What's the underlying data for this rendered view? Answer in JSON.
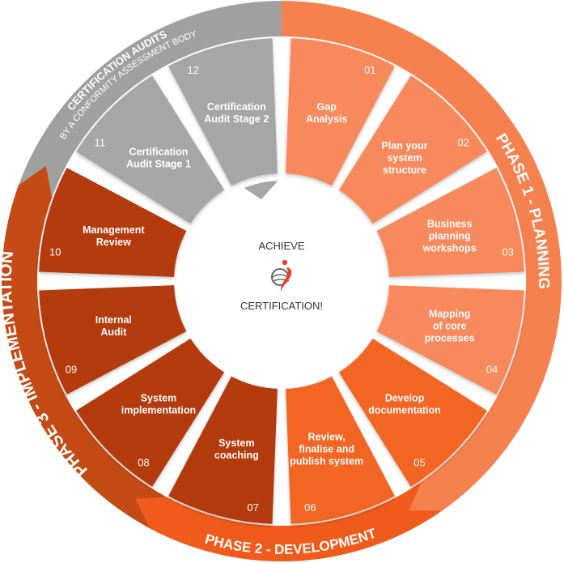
{
  "colors": {
    "planning_light": "#f7895c",
    "planning_ring": "#f5814f",
    "development": "#f26522",
    "development_ring": "#f05a1a",
    "implementation": "#b33a0e",
    "implementation_ring": "#c44a16",
    "audit": "#a6a6a6",
    "audit_ring": "#a0a0a0",
    "center": "#ffffff",
    "logo_red": "#e8442a",
    "logo_gray": "#666666"
  },
  "phases": {
    "planning": "PHASE 1 - PLANNING",
    "development": "PHASE 2 - DEVELOPMENT",
    "implementation": "PHASE 3 - IMPLEMENTATION",
    "audits_title": "CERTIFICATION AUDITS",
    "audits_sub": "BY A CONFORMITY ASSESSMENT BODY"
  },
  "center": {
    "top": "ACHIEVE",
    "bottom": "CERTIFICATION!"
  },
  "steps": [
    {
      "num": "01",
      "lines": [
        "Gap",
        "Analysis"
      ],
      "group": "planning"
    },
    {
      "num": "02",
      "lines": [
        "Plan your",
        "system",
        "structure"
      ],
      "group": "planning"
    },
    {
      "num": "03",
      "lines": [
        "Business",
        "planning",
        "workshops"
      ],
      "group": "planning"
    },
    {
      "num": "04",
      "lines": [
        "Mapping",
        "of core",
        "processes"
      ],
      "group": "planning"
    },
    {
      "num": "05",
      "lines": [
        "Develop",
        "documentation"
      ],
      "group": "development"
    },
    {
      "num": "06",
      "lines": [
        "Review,",
        "finalise and",
        "publish system"
      ],
      "group": "development"
    },
    {
      "num": "07",
      "lines": [
        "System",
        "coaching"
      ],
      "group": "implementation"
    },
    {
      "num": "08",
      "lines": [
        "System",
        "implementation"
      ],
      "group": "implementation"
    },
    {
      "num": "09",
      "lines": [
        "Internal",
        "Audit"
      ],
      "group": "implementation"
    },
    {
      "num": "10",
      "lines": [
        "Management",
        "Review"
      ],
      "group": "implementation"
    },
    {
      "num": "11",
      "lines": [
        "Certification",
        "Audit Stage 1"
      ],
      "group": "audit"
    },
    {
      "num": "12",
      "lines": [
        "Certification",
        "Audit Stage 2"
      ],
      "group": "audit"
    }
  ]
}
